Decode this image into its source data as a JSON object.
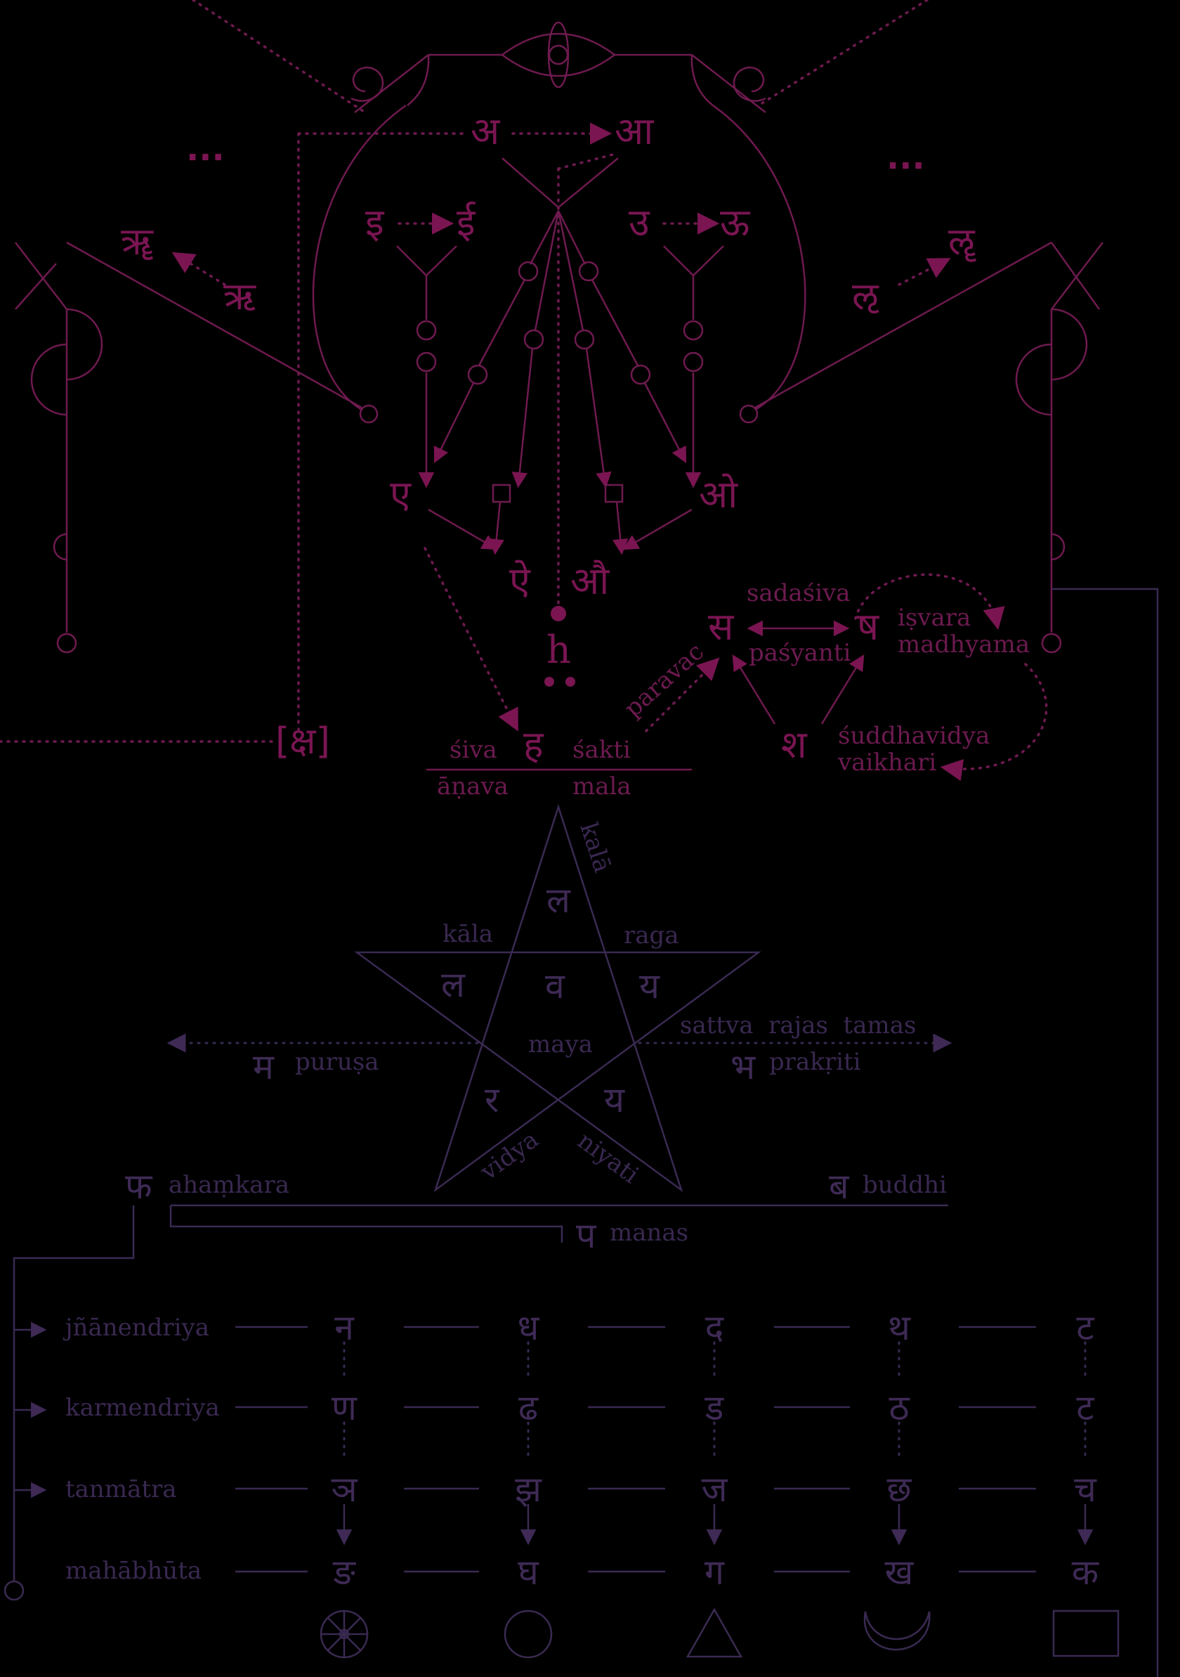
{
  "colors": {
    "background": "#000000",
    "upper": "#7a1552",
    "lower": "#3e2a55"
  },
  "vowels": {
    "a": "अ",
    "aa": "आ",
    "i": "इ",
    "ii": "ई",
    "u": "उ",
    "uu": "ऊ",
    "r": "ऋ",
    "rr": "ॠ",
    "l": "ऌ",
    "ll": "ॡ",
    "e": "ए",
    "o": "ओ",
    "ai": "ऐ",
    "au": "औ",
    "h_visarga": "h",
    "ksa": "[क्ष]",
    "ellipsis_left": "...",
    "ellipsis_right": "..."
  },
  "tattvas": {
    "ha": "ह",
    "siva": "śiva",
    "sakti": "śakti",
    "anava": "āṇava",
    "mala": "mala",
    "paravac": "paravac",
    "sa": "स",
    "sadasiva": "sadaśiva",
    "pasyanti": "paśyanti",
    "sha": "ष",
    "isvara": "iṣvara",
    "madhyama": "madhyama",
    "sha2": "श",
    "suddhavidya": "śuddhavidya",
    "vaikhari": "vaikhari"
  },
  "pentagram": {
    "kala_top": "kalā",
    "kaala": "kāla",
    "raga": "raga",
    "maya": "maya",
    "vidya": "vidya",
    "niyati": "niyati",
    "la_top": "ल",
    "la_left": "ल",
    "va": "व",
    "ya_right": "य",
    "ra": "र",
    "ya_bottom": "य",
    "ma": "म",
    "purusa": "puruṣa",
    "bha": "भ",
    "prakriti": "prakṛiti",
    "gunas": "sattva  rajas  tamas"
  },
  "antahkarana": {
    "pha": "फ",
    "ahamkara": "ahaṃkara",
    "ba": "ब",
    "buddhi": "buddhi",
    "pa": "प",
    "manas": "manas"
  },
  "grid": {
    "rows": [
      "jñānendriya",
      "karmendriya",
      "tanmātra",
      "mahābhūta"
    ],
    "columns": [
      [
        "न",
        "ण",
        "ञ",
        "ङ"
      ],
      [
        "ध",
        "ढ",
        "झ",
        "घ"
      ],
      [
        "द",
        "ड",
        "ज",
        "ग"
      ],
      [
        "थ",
        "ठ",
        "छ",
        "ख"
      ],
      [
        "ट",
        "ट",
        "च",
        "क"
      ]
    ],
    "elements": [
      "wheel-icon",
      "circle-icon",
      "triangle-icon",
      "crescent-icon",
      "square-icon"
    ]
  }
}
